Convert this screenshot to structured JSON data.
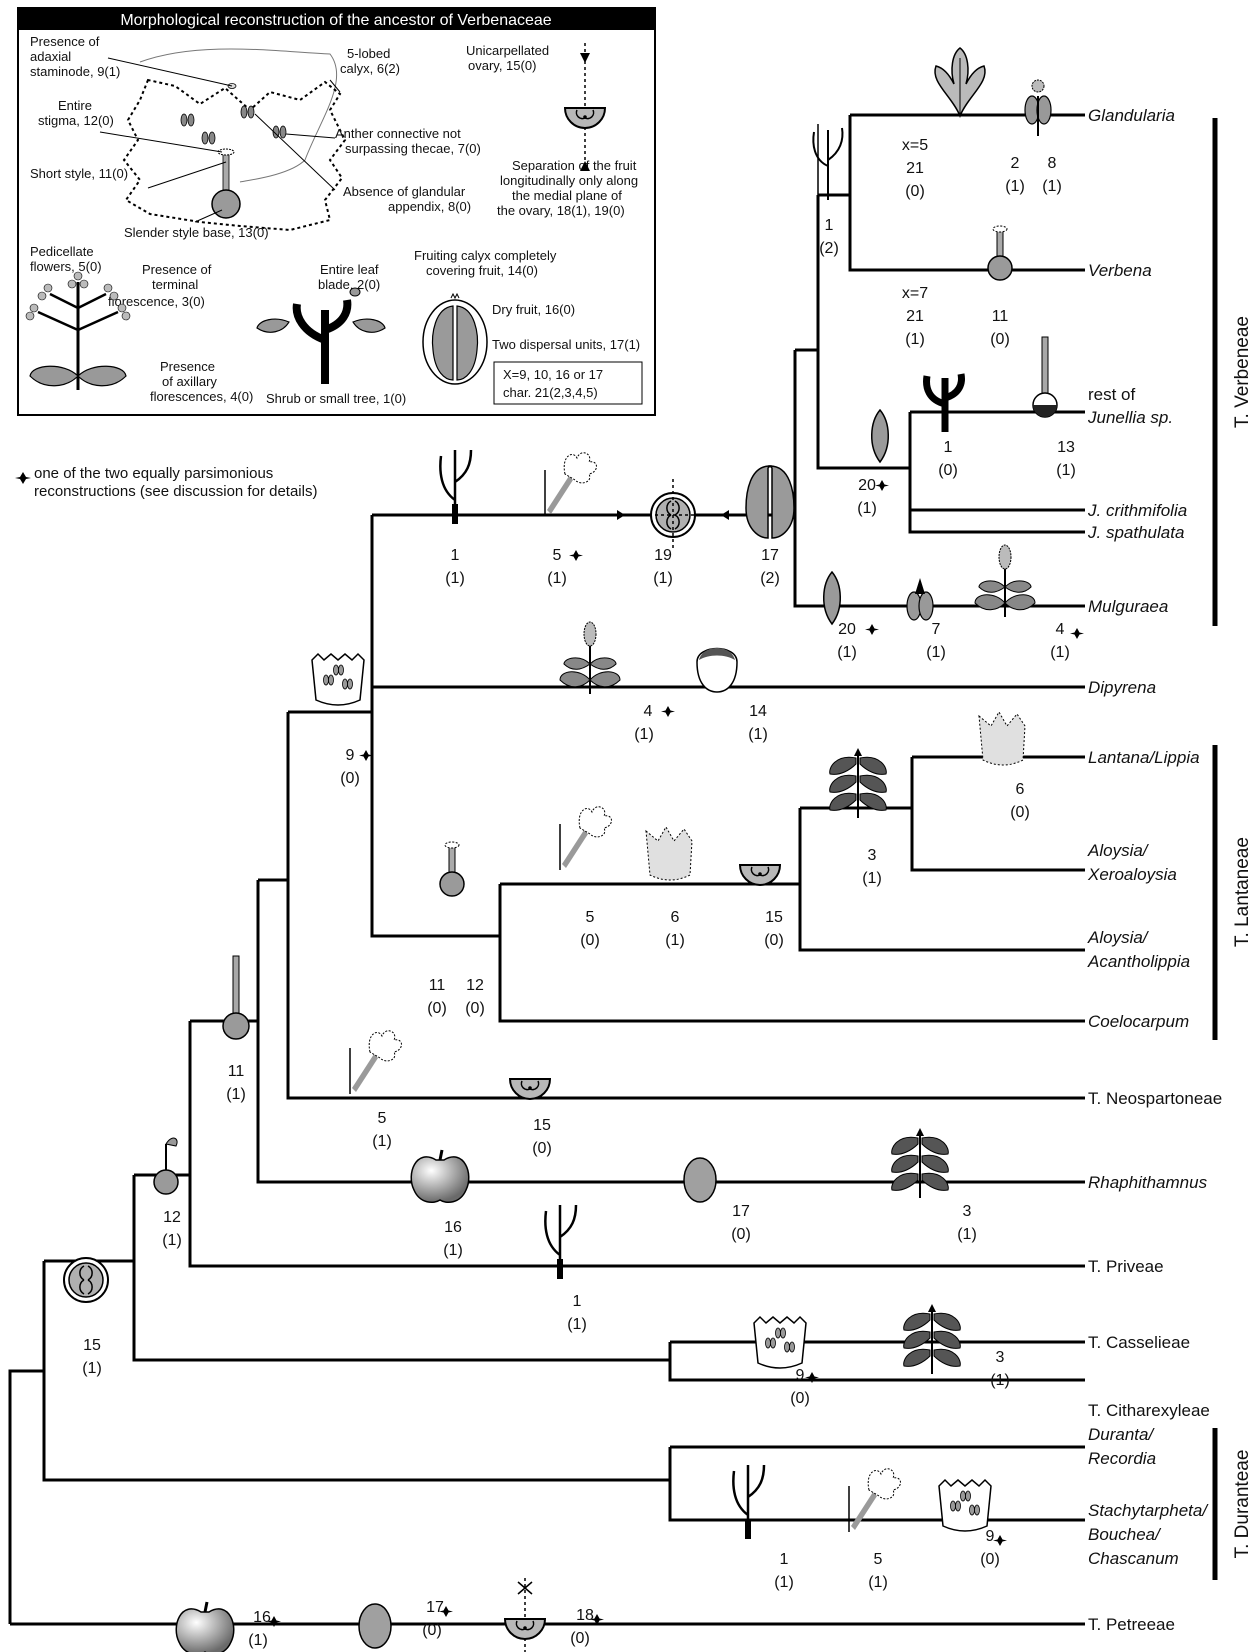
{
  "inset": {
    "title": "Morphological reconstruction of the ancestor of Verbenaceae",
    "labels": [
      "Presence of",
      "adaxial",
      "staminode, 9(1)",
      "Entire",
      "stigma, 12(0)",
      "Short style, 11(0)",
      "Slender style base, 13(0)",
      "5-lobed",
      "calyx, 6(2)",
      "Anther connective not",
      "surpassing thecae, 7(0)",
      "Absence of glandular",
      "appendix, 8(0)",
      "Unicarpellated",
      "ovary, 15(0)",
      "Separation of the fruit",
      "longitudinally only along",
      "the medial plane of",
      "the ovary, 18(1), 19(0)",
      "Pedicellate",
      "flowers, 5(0)",
      "Presence of",
      "terminal",
      "florescence, 3(0)",
      "Presence",
      "of axillary",
      "florescences, 4(0)",
      "Entire leaf",
      "blade, 2(0)",
      "Shrub or small tree, 1(0)",
      "Fruiting calyx completely",
      "covering fruit, 14(0)",
      "Dry fruit, 16(0)",
      "Two dispersal units, 17(1)"
    ],
    "box": [
      "X=9, 10, 16 or 17",
      "char.  21(2,3,4,5)"
    ]
  },
  "note": [
    "one of the two equally parsimonious",
    "reconstructions (see discussion for details)"
  ],
  "taxa": {
    "glandularia": "Glandularia",
    "verbena": "Verbena",
    "junellia1": "rest of",
    "junellia2": "Junellia sp.",
    "crithmifolia": "J. crithmifolia",
    "spathulata": "J. spathulata",
    "mulguraea": "Mulguraea",
    "dipyrena": "Dipyrena",
    "lantana": "Lantana/Lippia",
    "aloysia_x1": "Aloysia/",
    "aloysia_x2": "Xeroaloysia",
    "aloysia_a1": "Aloysia/",
    "aloysia_a2": "Acantholippia",
    "coelocarpum": "Coelocarpum",
    "neospartoneae": "T. Neospartoneae",
    "rhaphithamnus": "Rhaphithamnus",
    "priveae": "T. Priveae",
    "casselieae": "T. Casselieae",
    "citharexyleae": "T. Citharexyleae",
    "duranta1": "Duranta/",
    "duranta2": "Recordia",
    "stachy1": "Stachytarpheta/",
    "stachy2": "Bouchea/",
    "stachy3": "Chascanum",
    "petreeae": "T. Petreeae"
  },
  "tribes": {
    "verbeneae": "T. Verbeneae",
    "lantaneae": "T. Lantaneae",
    "duranteae": "T. Duranteae"
  },
  "characters": {
    "c01": "x=5",
    "c02": "21",
    "c03": "(0)",
    "c04": "2",
    "c05": "(1)",
    "c06": "8",
    "c07": "(1)",
    "c08": "1",
    "c09": "(2)",
    "c10": "x=7",
    "c11": "21",
    "c12": "(1)",
    "c13": "11",
    "c14": "(0)",
    "c15": "1",
    "c16": "(0)",
    "c17": "13",
    "c18": "(1)",
    "c19": "20",
    "c20": "(1)",
    "c21": "1",
    "c22": "(1)",
    "c23": "5",
    "c24": "(1)",
    "c25": "19",
    "c26": "(1)",
    "c27": "17",
    "c28": "(2)",
    "c29": "20",
    "c30": "(1)",
    "c31": "7",
    "c32": "(1)",
    "c33": "4",
    "c34": "(1)",
    "c35": "4",
    "c36": "(1)",
    "c37": "14",
    "c38": "(1)",
    "c39": "9",
    "c40": "(0)",
    "c41": "3",
    "c42": "(1)",
    "c43": "6",
    "c44": "(0)",
    "c45": "5",
    "c46": "(0)",
    "c47": "6",
    "c48": "(1)",
    "c49": "15",
    "c50": "(0)",
    "c51": "11",
    "c52": "(0)",
    "c53": "12",
    "c54": "(0)",
    "c55": "11",
    "c56": "(1)",
    "c57": "5",
    "c58": "(1)",
    "c59": "15",
    "c60": "(0)",
    "c61": "16",
    "c62": "(1)",
    "c63": "17",
    "c64": "(0)",
    "c65": "3",
    "c66": "(1)",
    "c67": "12",
    "c68": "(1)",
    "c69": "1",
    "c70": "(1)",
    "c71": "15",
    "c72": "(1)",
    "c73": "9",
    "c74": "(0)",
    "c75": "3",
    "c76": "(1)",
    "c77": "1",
    "c78": "(1)",
    "c79": "5",
    "c80": "(1)",
    "c81": "9",
    "c82": "(0)",
    "c83": "16",
    "c84": "(1)",
    "c85": "17",
    "c86": "(0)",
    "c87": "18",
    "c88": "(0)"
  },
  "colors": {
    "line": "#000000",
    "fill_gray": "#9a9a9a",
    "fill_light": "#d9d9d9"
  }
}
